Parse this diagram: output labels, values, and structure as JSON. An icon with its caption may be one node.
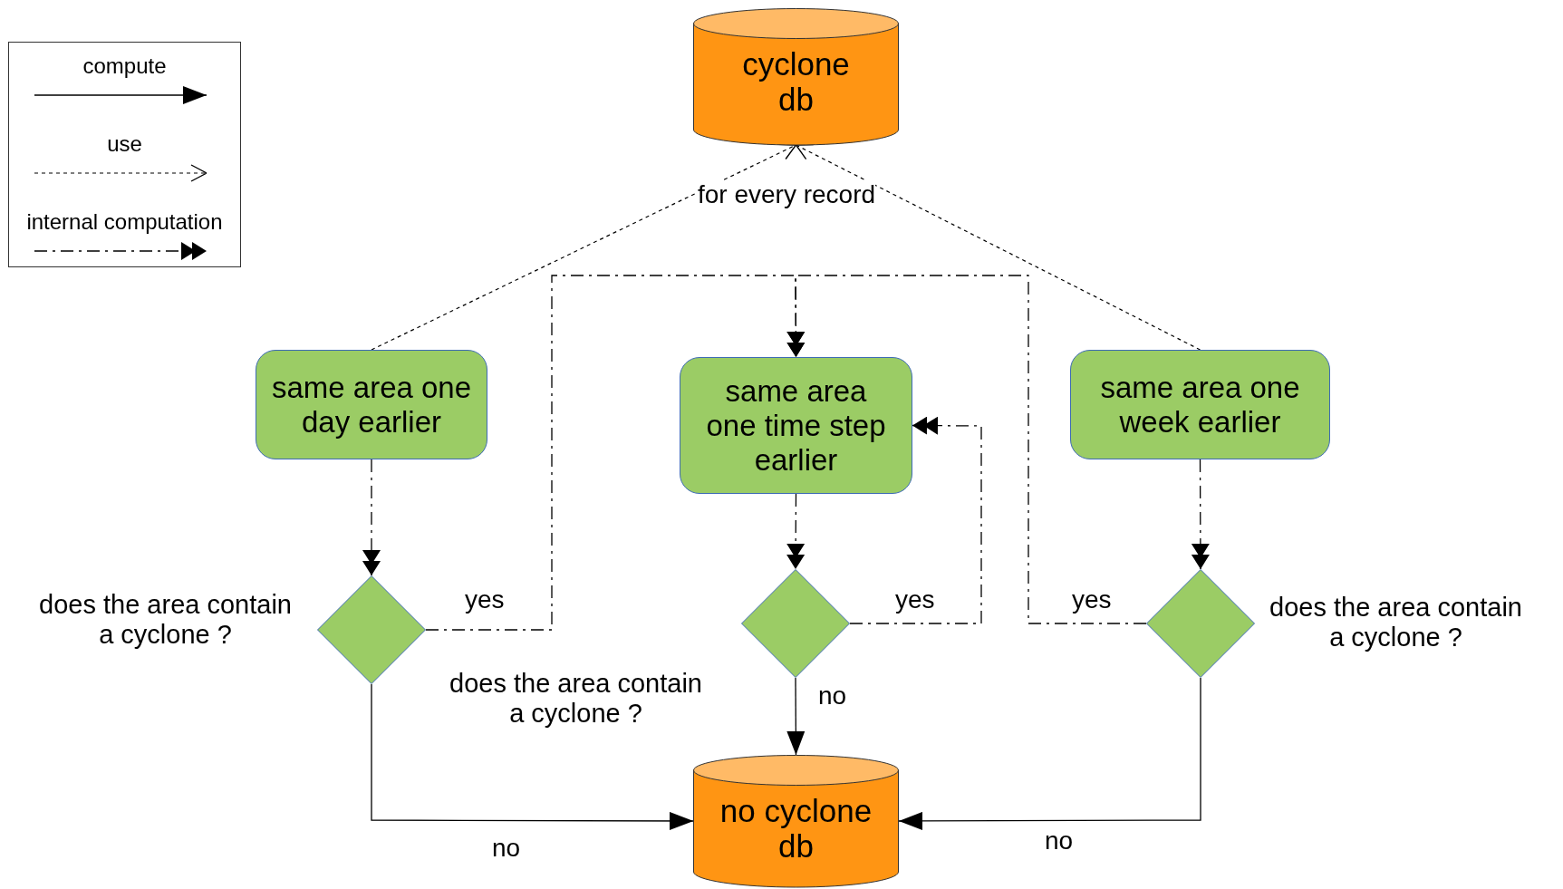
{
  "diagram": {
    "nodes": [
      {
        "text": [
          "cyclone db"
        ]
      },
      {
        "text": [
          "same area one day earlier"
        ]
      },
      {
        "text": [
          "same area one time step earlier"
        ]
      },
      {
        "text": [
          "same area one week earlier"
        ]
      },
      {
        "text": [
          "does the area contain a cyclone ?"
        ]
      },
      {
        "text": [
          "does the area contain a cyclone ?"
        ]
      },
      {
        "text": [
          "does the area contain a cyclone ?"
        ]
      },
      {
        "text": [
          "no cyclone db"
        ]
      }
    ],
    "edges": [
      {
        "from": 1,
        "to": 0,
        "arrow": "to",
        "style": "dashed"
      },
      {
        "from": 3,
        "to": 0,
        "arrow": "to",
        "style": "dashed"
      },
      {
        "from": 1,
        "to": 4,
        "arrow": "to",
        "style": "dashed"
      },
      {
        "from": 2,
        "to": 5,
        "arrow": "to",
        "style": "dashed"
      },
      {
        "from": 3,
        "to": 6,
        "arrow": "to",
        "style": "dashed"
      },
      {
        "from": 4,
        "to": 2,
        "arrow": "to",
        "style": "dashed",
        "label": "yes"
      },
      {
        "from": 5,
        "to": 2,
        "arrow": "to",
        "style": "dashed",
        "label": "yes"
      },
      {
        "from": 6,
        "to": 2,
        "arrow": "to",
        "style": "dashed",
        "label": "yes"
      },
      {
        "from": 4,
        "to": 7,
        "arrow": "to",
        "label": "no"
      },
      {
        "from": 5,
        "to": 7,
        "arrow": "to",
        "label": "no"
      },
      {
        "from": 6,
        "to": 7,
        "arrow": "to",
        "label": "no"
      }
    ],
    "labels": [
      "for every record"
    ],
    "legend": [
      {
        "text": "compute"
      },
      {
        "text": "use"
      },
      {
        "text": "internal computation"
      }
    ]
  }
}
